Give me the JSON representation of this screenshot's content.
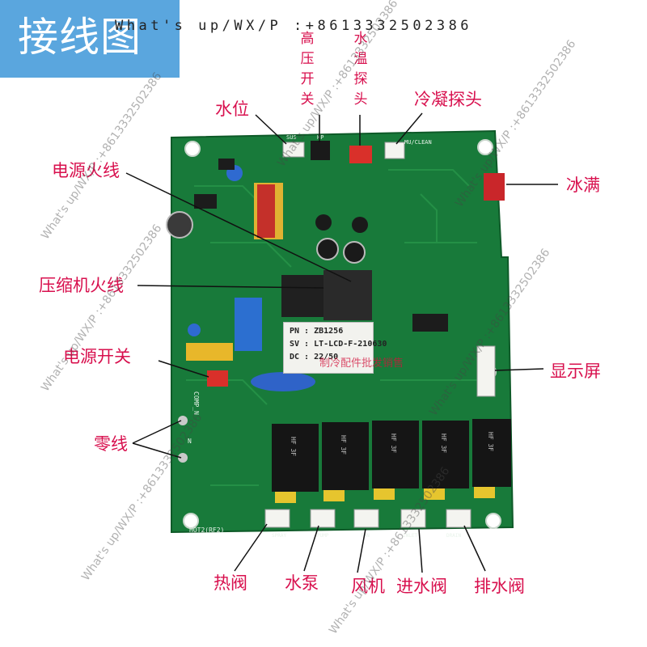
{
  "title": "接线图",
  "contact": "What's up/WX/P :+8613332502386",
  "watermark_text": "What's up/WX/P :+8613332502386",
  "labels": {
    "high_pressure_switch": "高压开关",
    "water_temp_probe": "水温探头",
    "condenser_probe": "冷凝探头",
    "water_level": "水位",
    "ice_full": "冰满",
    "power_live": "电源火线",
    "compressor_live": "压缩机火线",
    "power_switch": "电源开关",
    "display": "显示屏",
    "neutral": "零线",
    "hot_valve": "热阀",
    "water_pump": "水泵",
    "fan": "风机",
    "inlet_valve": "进水阀",
    "drain_valve": "排水阀"
  },
  "sticker": {
    "pn": "PN : ZB1256",
    "sv": "SV : LT-LCD-F-210630",
    "dc": "DC : 22/50"
  },
  "board_watermark": "制冷配件批发销售",
  "silkscreen": {
    "sus": "SUS",
    "hp": "HP",
    "clean": "MU/CLEAN",
    "comp_n": "COMP_N",
    "hot2": "HOT2(RF2)",
    "spray": "SPRAY",
    "pump": "PUMP",
    "fan": "FAN",
    "inlet": "INLET",
    "drain": "DRAIN",
    "n": "N"
  },
  "relay_marking": "HF 3F"
}
